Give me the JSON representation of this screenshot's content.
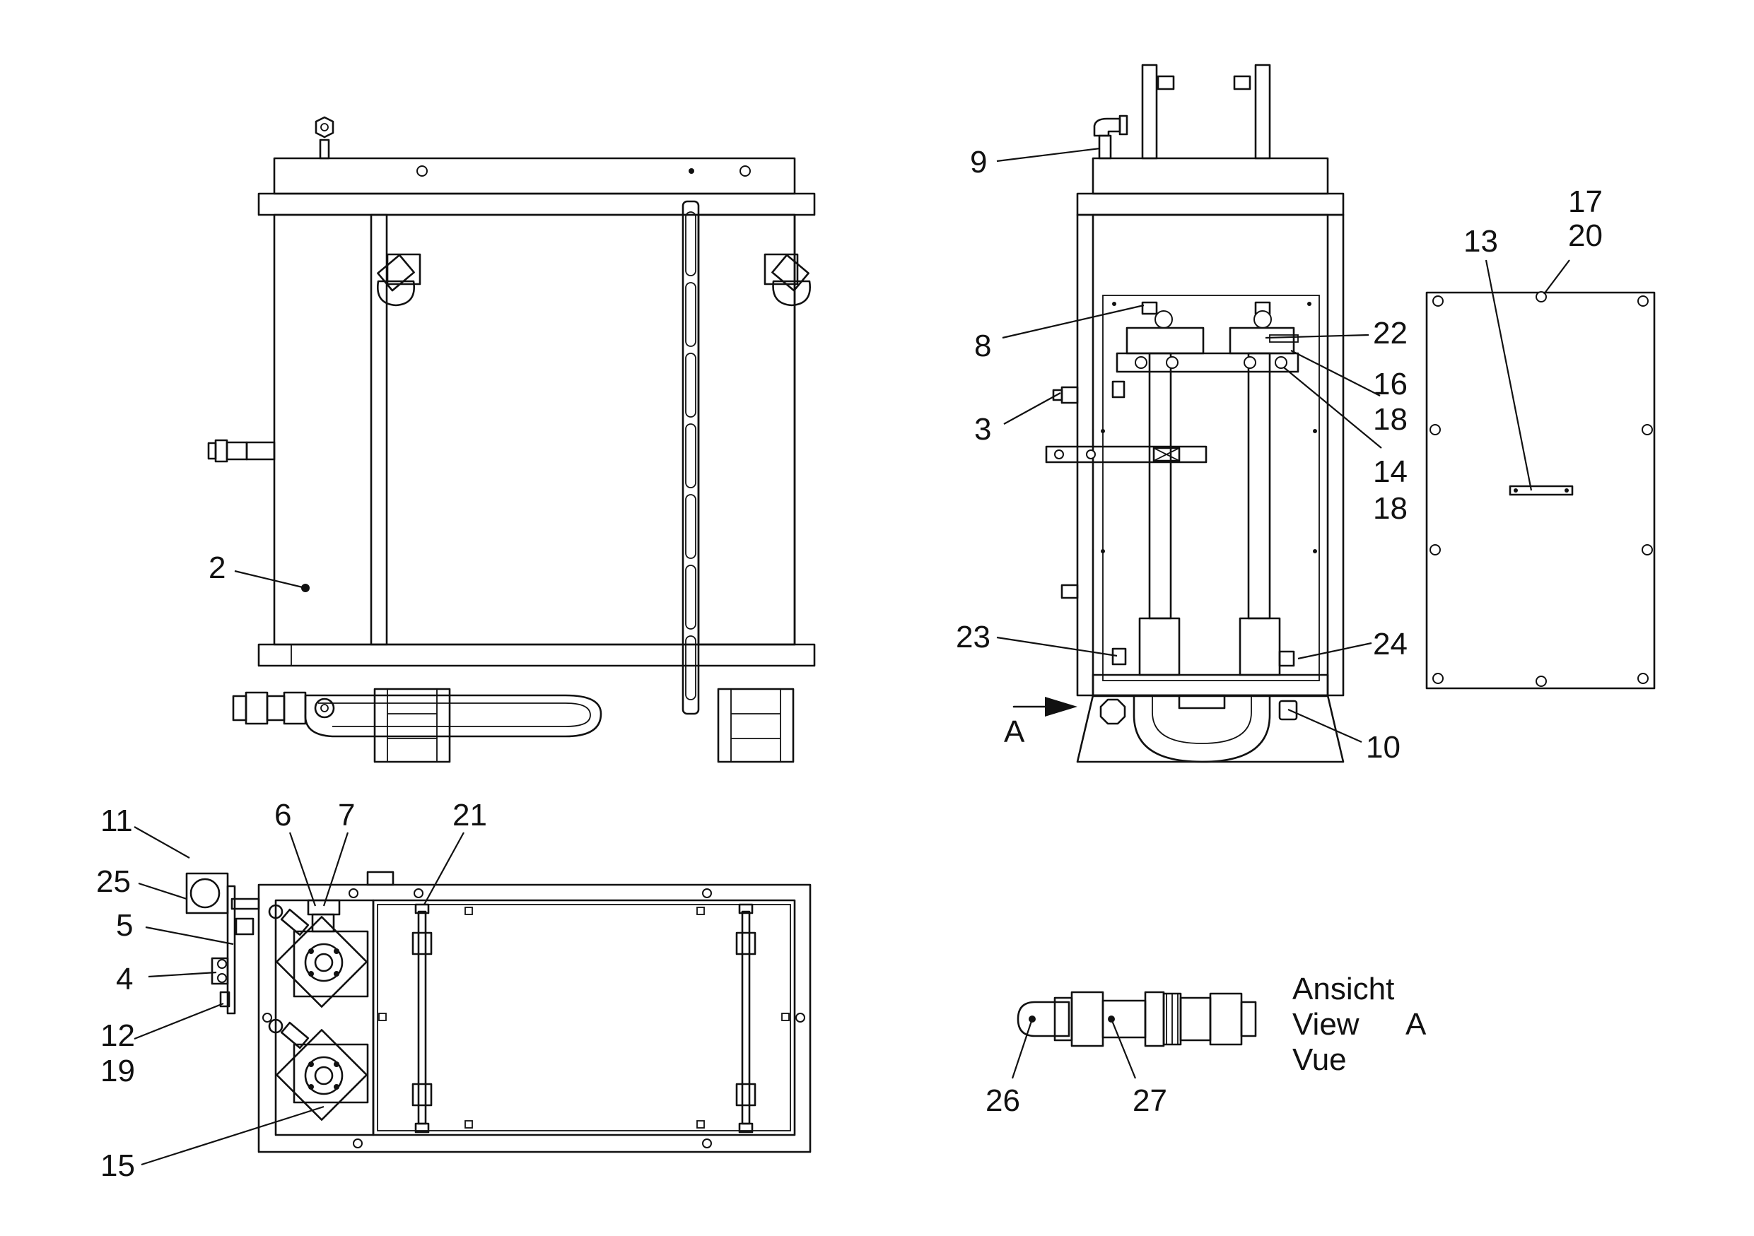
{
  "callouts": [
    {
      "id": "c2",
      "text": "2"
    },
    {
      "id": "c3",
      "text": "3"
    },
    {
      "id": "c4",
      "text": "4"
    },
    {
      "id": "c5",
      "text": "5"
    },
    {
      "id": "c6",
      "text": "6"
    },
    {
      "id": "c7",
      "text": "7"
    },
    {
      "id": "c8",
      "text": "8"
    },
    {
      "id": "c9",
      "text": "9"
    },
    {
      "id": "c10",
      "text": "10"
    },
    {
      "id": "c11",
      "text": "11"
    },
    {
      "id": "c12",
      "text": "12"
    },
    {
      "id": "c13",
      "text": "13"
    },
    {
      "id": "c14",
      "text": "14"
    },
    {
      "id": "c15",
      "text": "15"
    },
    {
      "id": "c16",
      "text": "16"
    },
    {
      "id": "c17",
      "text": "17"
    },
    {
      "id": "c18a",
      "text": "18"
    },
    {
      "id": "c18b",
      "text": "18"
    },
    {
      "id": "c19",
      "text": "19"
    },
    {
      "id": "c20",
      "text": "20"
    },
    {
      "id": "c21",
      "text": "21"
    },
    {
      "id": "c22",
      "text": "22"
    },
    {
      "id": "c23",
      "text": "23"
    },
    {
      "id": "c24",
      "text": "24"
    },
    {
      "id": "c25",
      "text": "25"
    },
    {
      "id": "c26",
      "text": "26"
    },
    {
      "id": "c27",
      "text": "27"
    }
  ],
  "view_arrow_label": "A",
  "view_caption": {
    "line1": "Ansicht",
    "line2": "View",
    "line2_letter": "A",
    "line3": "Vue"
  }
}
